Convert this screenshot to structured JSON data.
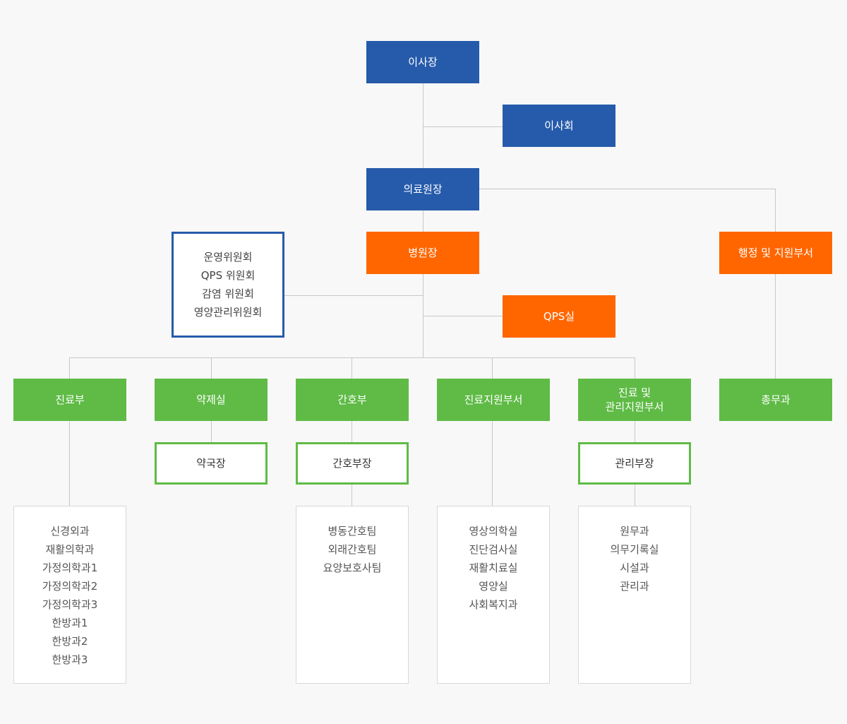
{
  "top": {
    "chairman": "이사장",
    "board": "이사회",
    "medical_director": "의료원장",
    "hospital_director": "병원장",
    "qps_office": "QPS실",
    "admin_support": "행정 및 지원부서"
  },
  "committees": [
    "운영위원회",
    "QPS 위원회",
    "감염 위원회",
    "영양관리위원회"
  ],
  "departments": {
    "clinical": "진료부",
    "pharmacy": "약제실",
    "nursing": "간호부",
    "clinical_support": "진료지원부서",
    "clinical_mgmt_support": "진료 및\n관리지원부서",
    "general_affairs": "총무과"
  },
  "heads": {
    "pharmacy_head": "약국장",
    "nursing_head": "간호부장",
    "mgmt_head": "관리부장"
  },
  "lists": {
    "clinical": [
      "신경외과",
      "재활의학과",
      "가정의학과1",
      "가정의학과2",
      "가정의학과3",
      "한방과1",
      "한방과2",
      "한방과3"
    ],
    "nursing": [
      "병동간호팀",
      "외래간호팀",
      "요양보호사팀"
    ],
    "clinical_support": [
      "영상의학실",
      "진단검사실",
      "재활치료실",
      "영양실",
      "사회복지과"
    ],
    "mgmt_support": [
      "원무과",
      "의무기록실",
      "시설과",
      "관리과"
    ]
  },
  "colors": {
    "blue": "#265bab",
    "orange": "#ff6600",
    "green": "#5fbb46",
    "line": "#c8c8c8"
  }
}
